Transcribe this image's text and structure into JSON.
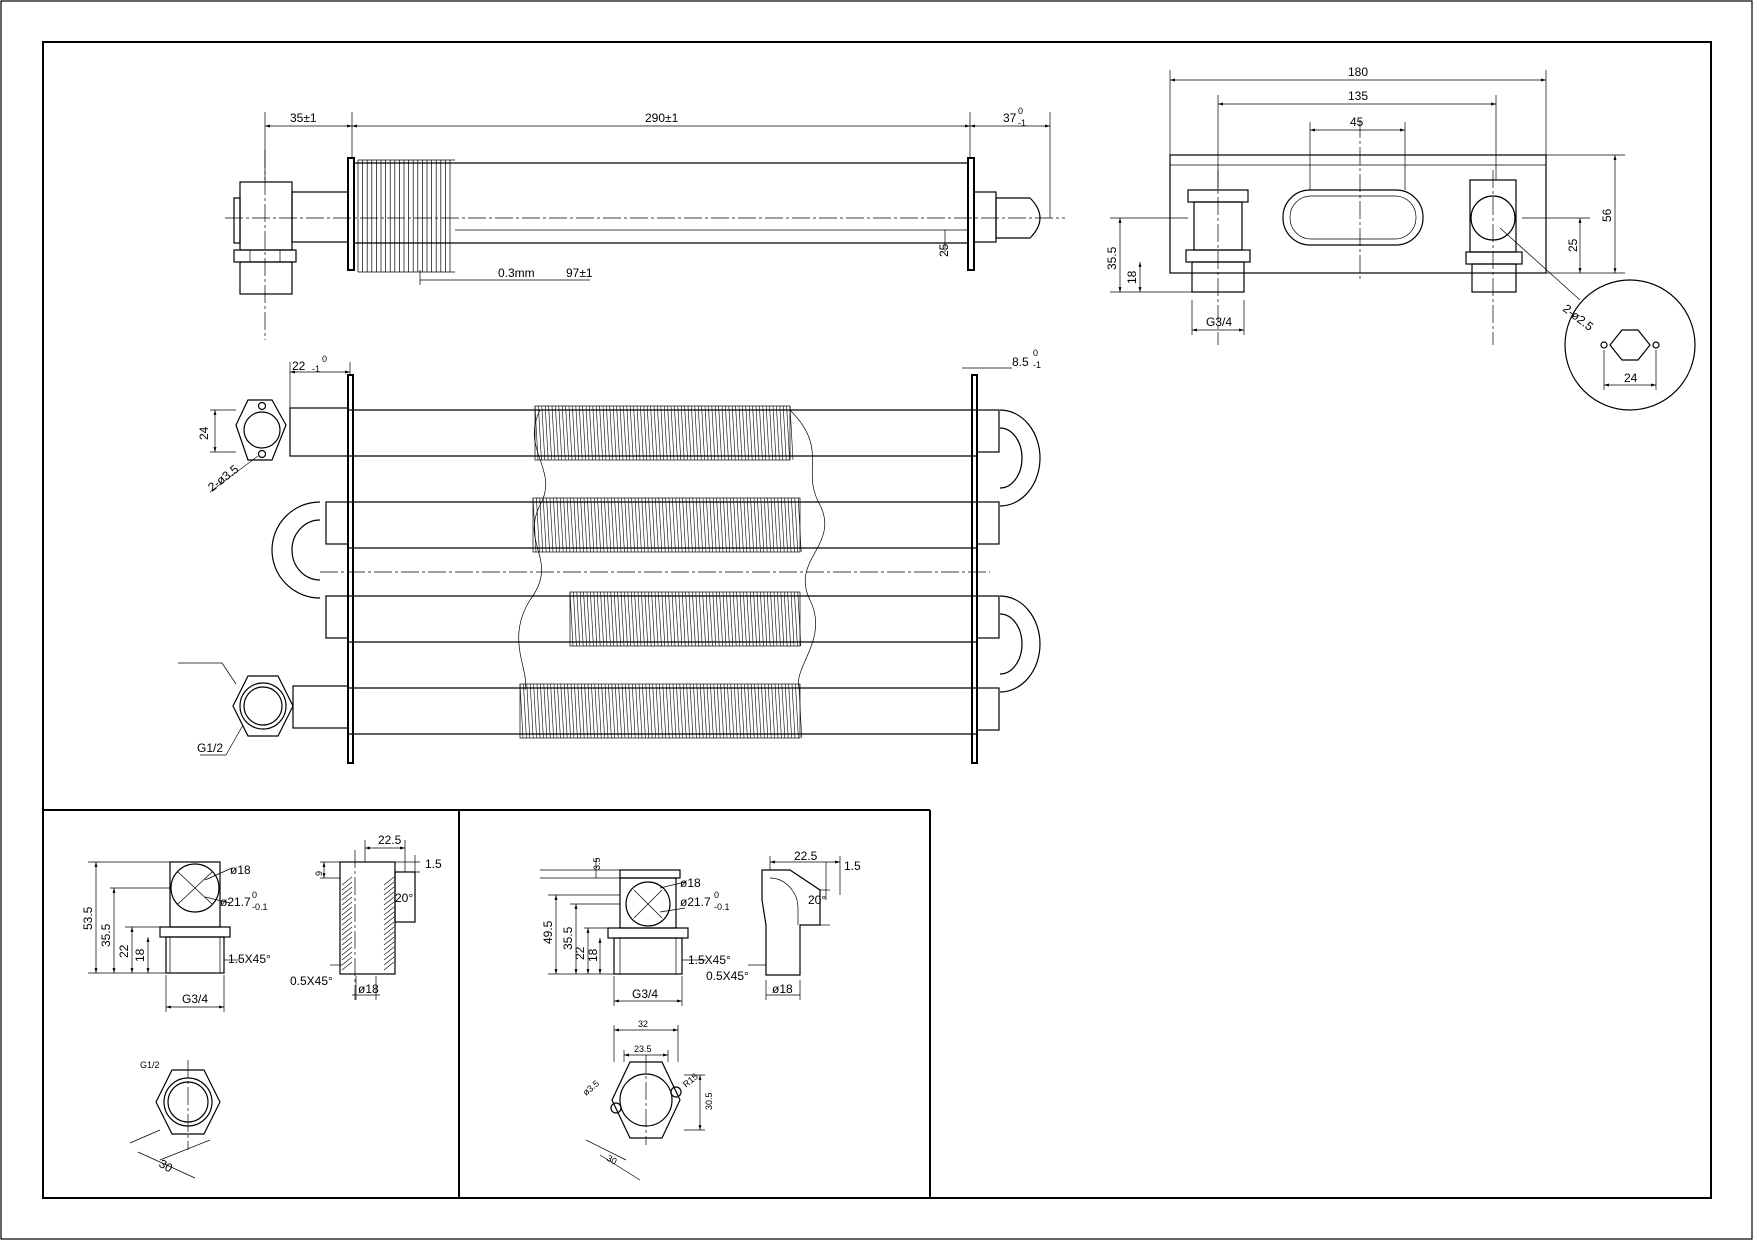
{
  "dims_front": {
    "d35": "35±1",
    "d290": "290±1",
    "d37": "37",
    "d37_tol": "-1",
    "d37_tol0": "0",
    "d25": "25",
    "fin": "0.3mm",
    "d97": "97±1"
  },
  "dims_top": {
    "d22": "22",
    "d22_tol": "-1",
    "d22_tol0": "0",
    "d8_5": "8.5",
    "d8_5_tol": "-1",
    "d8_5_tol0": "0",
    "d24": "24",
    "holes": "2-ø3.5",
    "g12": "G1/2"
  },
  "dims_side": {
    "d180": "180",
    "d135": "135",
    "d45": "45",
    "d56": "56",
    "d25": "25",
    "d35_5": "35.5",
    "d18": "18",
    "g34": "G3/4",
    "holes": "2-ø2.5",
    "d24": "24"
  },
  "detail_a": {
    "d53_5": "53.5",
    "d35_5": "35.5",
    "d22": "22",
    "d18": "18",
    "o18": "ø18",
    "o21_7": "ø21.7",
    "tol_u": "0",
    "tol_l": "-0.1",
    "ch15": "1.5X45°",
    "g34": "G3/4",
    "d22_5": "22.5",
    "d1_5": "1.5",
    "d9": "9",
    "ang": "20°",
    "ch05": "0.5X45°",
    "o18b": "ø18",
    "g12": "G1/2",
    "d30": "30"
  },
  "detail_b": {
    "d3_5": "3.5",
    "d49_5": "49.5",
    "d35_5": "35.5",
    "d22": "22",
    "d18": "18",
    "o18": "ø18",
    "o21_7": "ø21.7",
    "tol_u": "0",
    "tol_l": "-0.1",
    "ch15": "1.5X45°",
    "g34": "G3/4",
    "d22_5": "22.5",
    "d1_5": "1.5",
    "ang": "20°",
    "ch05": "0.5X45°",
    "o18b": "ø18",
    "d32": "32",
    "d23_5": "23.5",
    "o3_5": "ø3.5",
    "r15": "R15",
    "d30_5": "30.5",
    "d30": "30"
  }
}
